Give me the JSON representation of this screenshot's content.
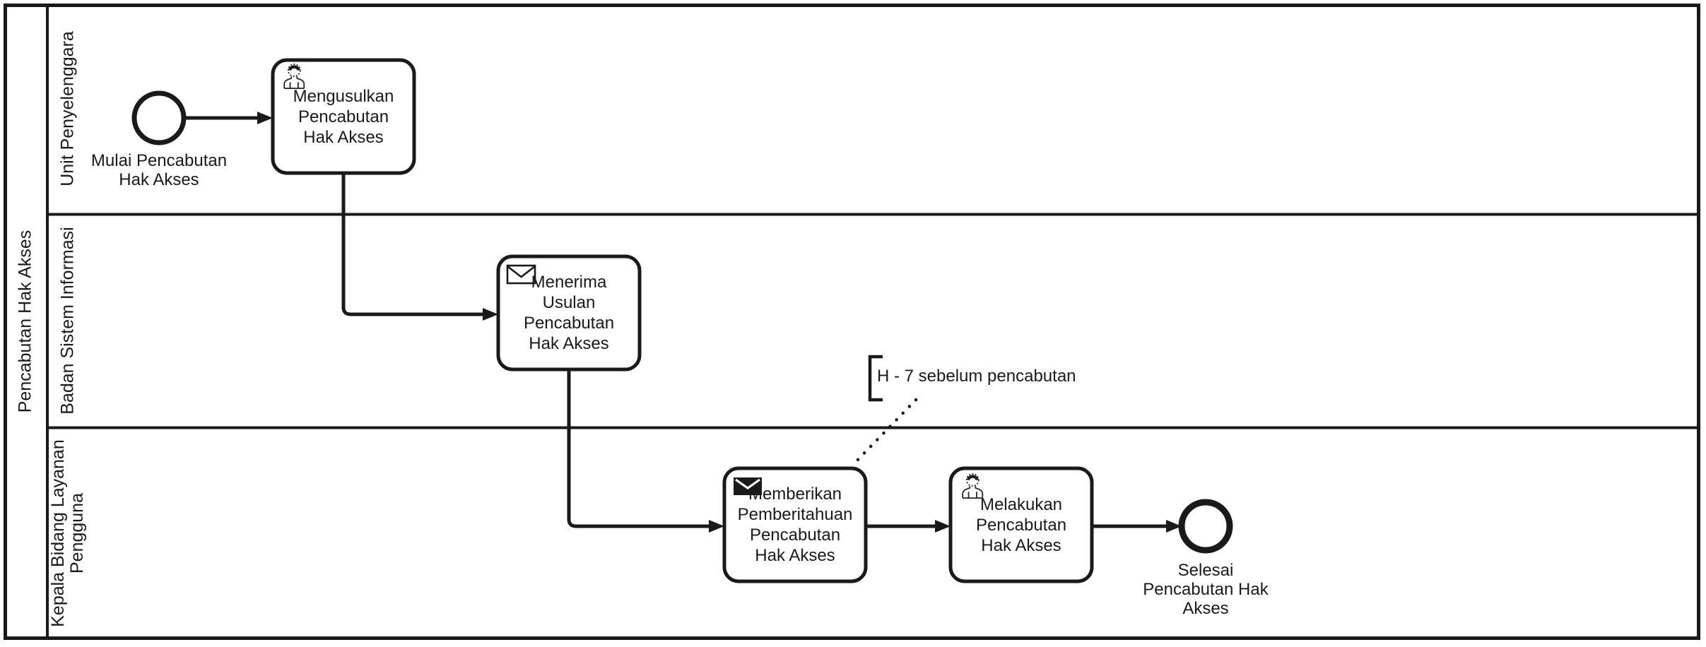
{
  "diagram": {
    "kind": "bpmn-swimlane-process",
    "pool": {
      "label": "Pencabutan Hak Akses"
    },
    "lanes": [
      {
        "label": "Unit Penyelenggara"
      },
      {
        "label": "Badan Sistem Informasi"
      },
      {
        "label": "Kepala Bidang Layanan\nPengguna"
      }
    ],
    "nodes": {
      "start_event": {
        "type": "start-event",
        "lane": "Unit Penyelenggara",
        "label": "Mulai Pencabutan\nHak Akses"
      },
      "task_mengusulkan": {
        "type": "user-task",
        "lane": "Unit Penyelenggara",
        "icon": "user-icon",
        "label": "Mengusulkan\nPencabutan\nHak Akses"
      },
      "task_menerima": {
        "type": "receive-task",
        "lane": "Badan Sistem Informasi",
        "icon": "envelope-outline-icon",
        "label": "Menerima\nUsulan\nPencabutan\nHak Akses"
      },
      "task_memberikan": {
        "type": "send-task",
        "lane": "Kepala Bidang Layanan Pengguna",
        "icon": "envelope-filled-icon",
        "label": "Memberikan\nPemberitahuan\nPencabutan\nHak Akses"
      },
      "task_melakukan": {
        "type": "user-task",
        "lane": "Kepala Bidang Layanan Pengguna",
        "icon": "user-icon",
        "label": "Melakukan\nPencabutan\nHak Akses"
      },
      "end_event": {
        "type": "end-event",
        "lane": "Kepala Bidang Layanan Pengguna",
        "label": "Selesai\nPencabutan Hak\nAkses"
      }
    },
    "annotation": {
      "label": "H - 7 sebelum pencabutan"
    },
    "flows": [
      {
        "from": "start_event",
        "to": "task_mengusulkan"
      },
      {
        "from": "task_mengusulkan",
        "to": "task_menerima"
      },
      {
        "from": "task_menerima",
        "to": "task_memberikan"
      },
      {
        "from": "task_memberikan",
        "to": "task_melakukan"
      },
      {
        "from": "task_melakukan",
        "to": "end_event"
      },
      {
        "from": "annotation",
        "to": "task_memberikan",
        "style": "dotted-association"
      }
    ],
    "colors": {
      "stroke": "#1a1a1a",
      "background": "#ffffff"
    }
  }
}
